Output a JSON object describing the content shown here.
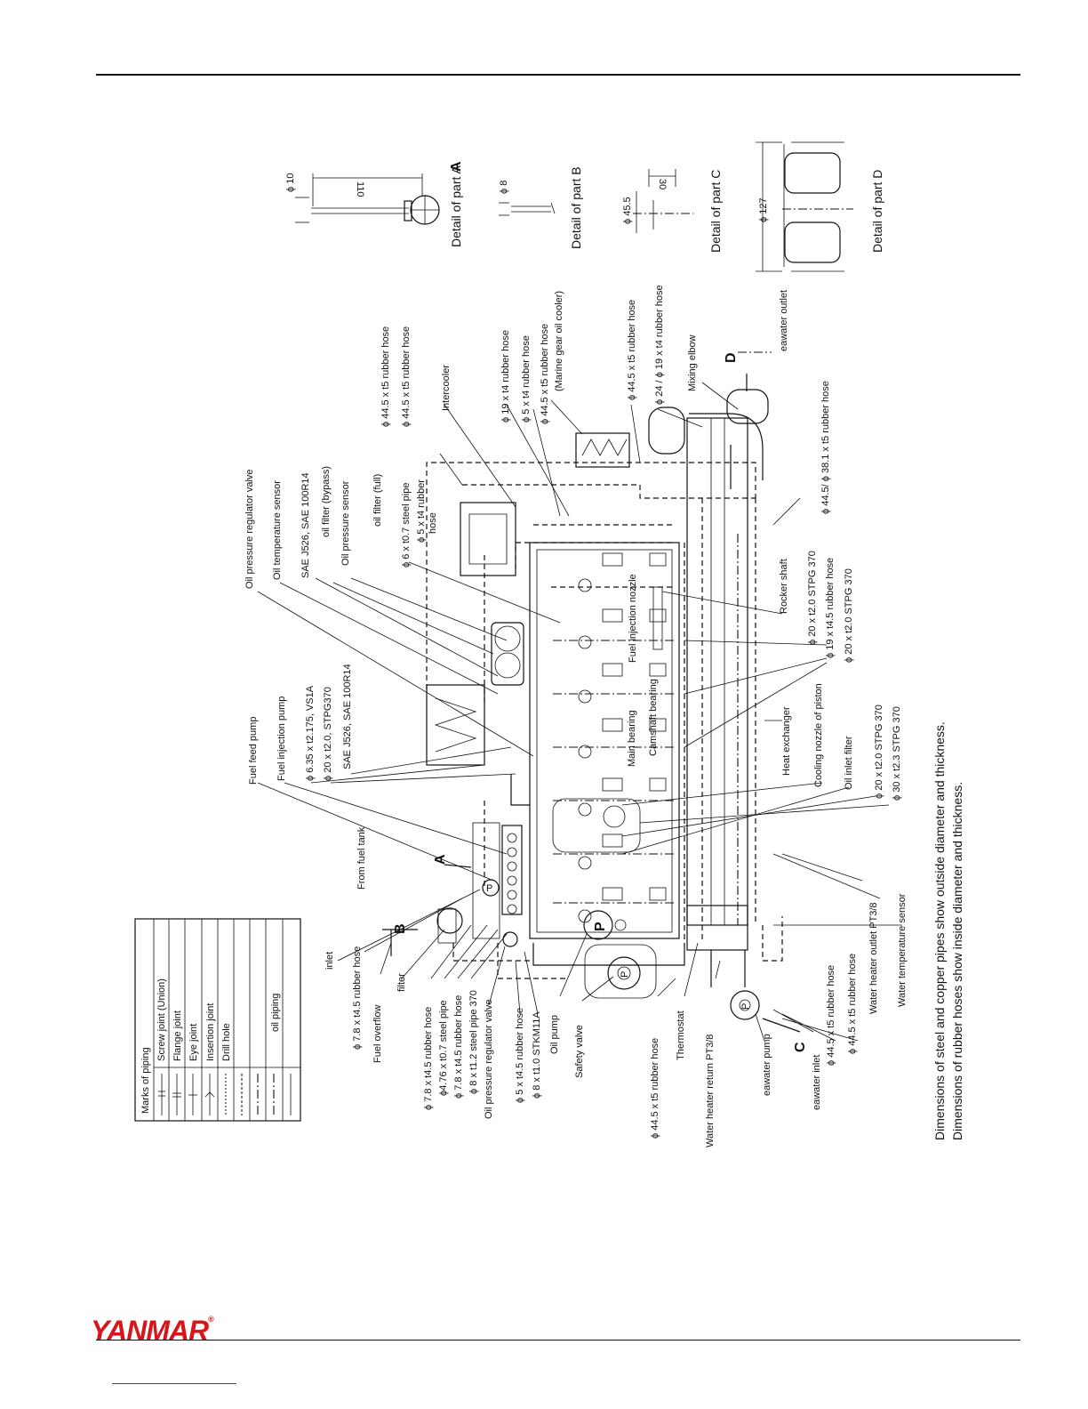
{
  "legend": {
    "title": "Marks of piping",
    "rows": [
      "Screw joint (Union)",
      "Flange joint",
      "Eye joint",
      "Insertion joint",
      "Drill hole",
      "",
      "",
      "oil piping",
      ""
    ]
  },
  "details": {
    "a": {
      "title": "Detail of part A",
      "dim1": "ϕ 10",
      "dim2": "110"
    },
    "b": {
      "title": "Detail of part B",
      "dim1": "ϕ 8"
    },
    "c": {
      "title": "Detail of part C",
      "dim1": "ϕ 45.5",
      "dim2": "30"
    },
    "d": {
      "title": "Detail of part D",
      "dim1": "ϕ 127"
    }
  },
  "markers": {
    "a": "A",
    "b": "B",
    "c": "C",
    "d": "D",
    "p": "P"
  },
  "labels": {
    "inlet": "inlet",
    "hose_78_a": "ϕ 7.8 x t4.5 rubber hose",
    "fuel_overflow": "Fuel overflow",
    "filter": "filter",
    "hose_78_b": "ϕ 7.8 x t4.5 rubber hose",
    "pipe_476": "ϕ4.76 x t0.7 steel pipe",
    "hose_78_c": "ϕ 7.8 x t4.5 rubber hose",
    "pipe_8_12": "ϕ 8 x t1.2 steel pipe 370",
    "oil_press_reg_b": "Oil pressure regulator valve",
    "hose_5_45": "ϕ 5 x t4.5 rubber hose",
    "pipe_8_10": "ϕ 8 x t1.0 STKM11A",
    "oil_pump": "Oil pump",
    "safety_valve": "Safety valve",
    "hose_445_a": "ϕ 44.5 x t5 rubber hose",
    "thermostat": "Thermostat",
    "water_heater_return": "Water heater return PT3/8",
    "seawater_pump": "eawater pump",
    "seawater_inlet": "eawater inlet",
    "hose_445_b": "ϕ 44.5 x t5 rubber hose",
    "hose_445_c": "ϕ 44.5 x t5 rubber hose",
    "water_heater_outlet": "Water heater outlet PT3/8",
    "water_temp_sensor": "Water temperature sensor",
    "from_fuel_tank": "From fuel tank",
    "fuel_feed_pump": "Fuel feed pump",
    "fuel_inj_pump": "Fuel injection pump",
    "pipe_635": "ϕ 6.35 x t2.175, VS1A",
    "pipe_20_stpg": "ϕ 20 x t2.0, STPG370",
    "sae_j526_a": "SAE J526, SAE 100R14",
    "oil_press_reg": "Oil pressure regulator valve",
    "oil_temp_sensor": "Oil temperature sensor",
    "sae_j526_b": "SAE J526, SAE 100R14",
    "oil_filter_bypass": "oil filter (bypass)",
    "oil_press_sensor": "Oil pressure sensor",
    "oil_filter_full": "oil filter (full)",
    "pipe_6_07": "ϕ 6 x t0.7 steel pipe",
    "hose_5_4_a": "ϕ 5 x t4 rubber",
    "hose_word": "hose",
    "hose_445_d": "ϕ 44.5 x t5 rubber hose",
    "hose_445_e": "ϕ 44.5 x t5 rubber hose",
    "intercooler": "Intercooler",
    "hose_19_4": "ϕ 19 x t4 rubber hose",
    "hose_5_4_b": "ϕ 5 x t4 rubber hose",
    "hose_445_f": "ϕ 44.5 x t5 rubber hose",
    "marine_gear": "(Marine gear oil cooler)",
    "hose_445_g": "ϕ 44.5 x t5 rubber hose",
    "hose_24_19": "ϕ 24 / ϕ 19 x t4 rubber hose",
    "mixing_elbow": "Mixing elbow",
    "seawater_outlet": "eawater outlet",
    "hose_445_381": "ϕ 44.5/ ϕ 38.1 x t5 rubber hose",
    "fuel_inj_nozzle": "Fuel injection nozzle",
    "main_bearing": "Main bearing",
    "camshaft_bearing": "Camshaft bearing",
    "rocker_shaft": "Rocker shaft",
    "pipe_20_370_a": "ϕ 20 x t2.0 STPG 370",
    "hose_19_45": "ϕ 19 x t4.5 rubber hose",
    "pipe_20_370_b": "ϕ 20 x t2.0 STPG 370",
    "heat_exchanger": "Heat exchanger",
    "cooling_nozzle": "Cooling nozzle of piston",
    "oil_inlet_filter": "Oil inlet filter",
    "pipe_20_370_c": "ϕ 20 x t2.0 STPG 370",
    "pipe_30_370": "ϕ 30 x t2.3 STPG 370"
  },
  "notes": {
    "line1": "Dimensions of steel and copper pipes show outside diameter and thickness.",
    "line2": "Dimensions of rubber hoses show inside diameter and thickness."
  },
  "brand": {
    "name": "YANMAR",
    "mark": "®",
    "color": "#d8141c"
  }
}
